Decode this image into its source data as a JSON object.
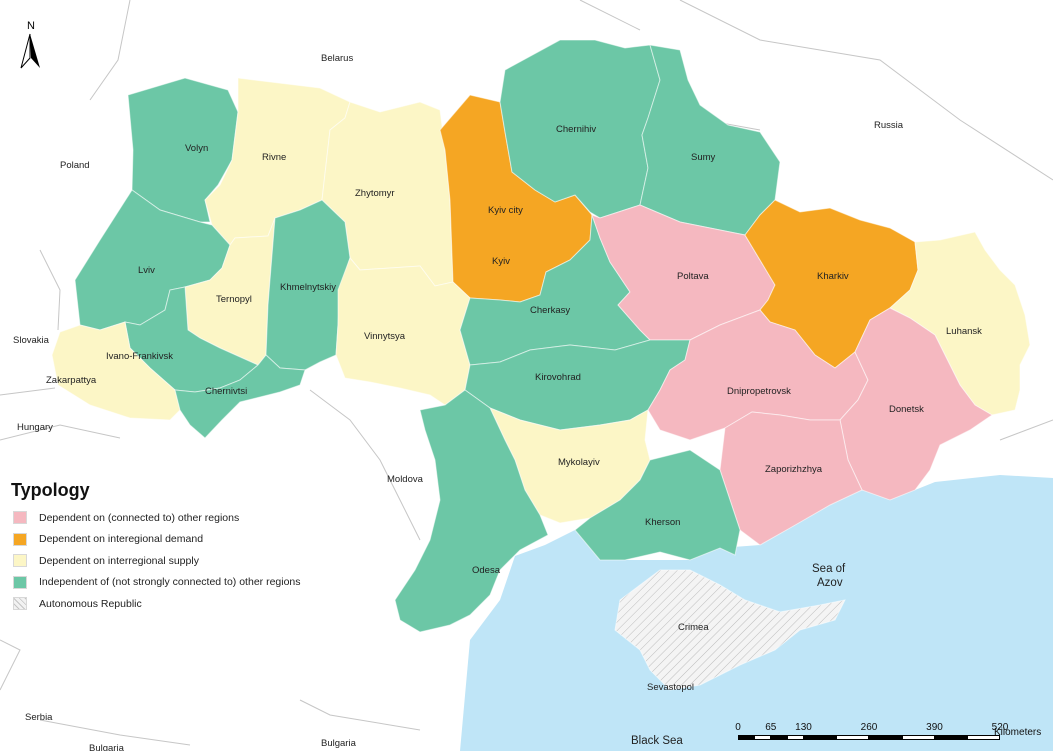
{
  "colors": {
    "dependent_connected": "#f5b8c0",
    "interregional_demand": "#f5a623",
    "interregional_supply": "#fcf6c6",
    "independent": "#6cc7a6",
    "autonomous": "#f2f2f2",
    "sea": "#bfe5f7",
    "land": "#ffffff"
  },
  "north_arrow": {
    "label": "N",
    "icon": "north-arrow-icon"
  },
  "legend": {
    "title": "Typology",
    "items": [
      {
        "label": "Dependent on (connected to) other regions",
        "category": "dependent_connected"
      },
      {
        "label": "Dependent on interegional demand",
        "category": "interregional_demand"
      },
      {
        "label": "Dependent on interregional supply",
        "category": "interregional_supply"
      },
      {
        "label": "Independent of (not strongly connected to) other regions",
        "category": "independent"
      },
      {
        "label": "Autonomous Republic",
        "category": "autonomous"
      }
    ]
  },
  "regions": [
    {
      "name": "Volyn",
      "category": "independent"
    },
    {
      "name": "Rivne",
      "category": "interregional_supply"
    },
    {
      "name": "Zhytomyr",
      "category": "interregional_supply"
    },
    {
      "name": "Kyiv",
      "category": "interregional_demand"
    },
    {
      "name": "Kyiv city",
      "category": "interregional_demand"
    },
    {
      "name": "Chernihiv",
      "category": "independent"
    },
    {
      "name": "Sumy",
      "category": "independent"
    },
    {
      "name": "Lviv",
      "category": "independent"
    },
    {
      "name": "Ternopyl",
      "category": "interregional_supply"
    },
    {
      "name": "Khmelnytskiy",
      "category": "independent"
    },
    {
      "name": "Vinnytsya",
      "category": "interregional_supply"
    },
    {
      "name": "Cherkasy",
      "category": "independent"
    },
    {
      "name": "Poltava",
      "category": "dependent_connected"
    },
    {
      "name": "Kharkiv",
      "category": "interregional_demand"
    },
    {
      "name": "Luhansk",
      "category": "interregional_supply"
    },
    {
      "name": "Ivano-Frankivsk",
      "category": "independent"
    },
    {
      "name": "Zakarpattya",
      "category": "interregional_supply"
    },
    {
      "name": "Chernivtsi",
      "category": "independent"
    },
    {
      "name": "Kirovohrad",
      "category": "independent"
    },
    {
      "name": "Dnipropetrovsk",
      "category": "dependent_connected"
    },
    {
      "name": "Donetsk",
      "category": "dependent_connected"
    },
    {
      "name": "Mykolayiv",
      "category": "interregional_supply"
    },
    {
      "name": "Zaporizhzhya",
      "category": "dependent_connected"
    },
    {
      "name": "Kherson",
      "category": "independent"
    },
    {
      "name": "Odesa",
      "category": "independent"
    },
    {
      "name": "Crimea",
      "category": "autonomous"
    },
    {
      "name": "Sevastopol",
      "category": "autonomous"
    }
  ],
  "countries": [
    "Belarus",
    "Russia",
    "Poland",
    "Slovakia",
    "Hungary",
    "Moldova",
    "Serbia",
    "Bulgaria",
    "Bulgaria"
  ],
  "seas": [
    "Sea of",
    "Azov",
    "Black Sea"
  ],
  "scale": {
    "ticks": [
      "0",
      "65",
      "130",
      "260",
      "390",
      "520"
    ],
    "tick_values": [
      0,
      65,
      130,
      260,
      390,
      520
    ],
    "unit": "Kilometers"
  }
}
